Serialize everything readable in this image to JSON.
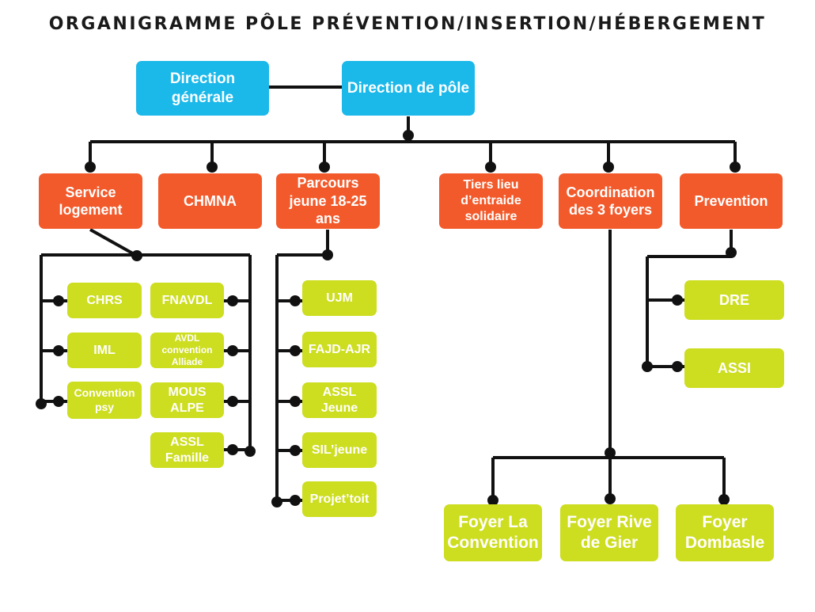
{
  "title": "ORGANIGRAMME PÔLE PRÉVENTION/INSERTION/HÉBERGEMENT",
  "colors": {
    "top": "#1bb8ea",
    "services": "#f25a2b",
    "units": "#cddd1f",
    "connector": "#111111"
  },
  "top": {
    "direction_generale": "Direction générale",
    "direction_pole": "Direction de pôle"
  },
  "services": {
    "logement": "Service logement",
    "chmna": "CHMNA",
    "parcours_jeune": "Parcours jeune 18-25 ans",
    "tiers_lieu": "Tiers lieu d’entraide solidaire",
    "coordination": "Coordination des 3 foyers",
    "prevention": "Prevention"
  },
  "logement_units": {
    "chrs": "CHRS",
    "iml": "IML",
    "convention_psy": "Convention psy",
    "fnavdl": "FNAVDL",
    "avdl": "AVDL convention Alliade",
    "mous": "MOUS ALPE",
    "assl_famille": "ASSL Famille"
  },
  "jeune_units": {
    "ujm": "UJM",
    "fajd": "FAJD-AJR",
    "assl_jeune": "ASSL Jeune",
    "sil_jeune": "SIL’jeune",
    "projet_toit": "Projet’toit"
  },
  "prevention_units": {
    "dre": "DRE",
    "assi": "ASSI"
  },
  "foyers": {
    "convention": "Foyer La Convention",
    "rive_de_gier": "Foyer Rive de Gier",
    "dombasle": "Foyer Dombasle"
  }
}
